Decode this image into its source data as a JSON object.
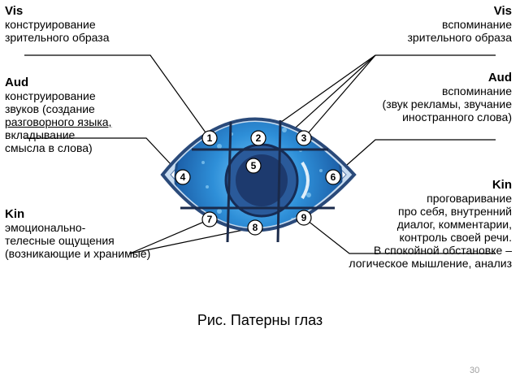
{
  "labels": {
    "vis_left": {
      "heading": "Vis",
      "lines": [
        "конструирование",
        "зрительного образа"
      ]
    },
    "vis_right": {
      "heading": "Vis",
      "lines": [
        "вспоминание",
        "зрительного образа"
      ]
    },
    "aud_left": {
      "heading": "Aud",
      "lines": [
        "конструирование",
        "звуков (создание",
        "разговорного языка,",
        "вкладывание",
        "смысла в слова)"
      ]
    },
    "aud_right": {
      "heading": "Aud",
      "lines": [
        "вспоминание",
        "(звук рекламы, звучание",
        "иностранного слова)"
      ]
    },
    "kin_left": {
      "heading": "Kin",
      "lines": [
        "эмоционально-",
        "телесные ощущения",
        "(возникающие и хранимые)"
      ]
    },
    "kin_right": {
      "heading": "Kin",
      "lines": [
        "проговаривание",
        "про себя, внутренний",
        "диалог, комментарии,",
        "контроль своей речи.",
        "В спокойной обстановке –",
        "логическое мышление, анализ"
      ]
    }
  },
  "markers": [
    "1",
    "2",
    "3",
    "4",
    "5",
    "6",
    "7",
    "8",
    "9"
  ],
  "caption": "Рис. Патерны глаз",
  "page_number": "30",
  "colors": {
    "eye_outline": "#2a4a7a",
    "iris": "#2e8fd8",
    "iris_dark": "#1c5fa8",
    "pupil": "#1d3a6e",
    "sclera": "#ffffff",
    "grid": "#1a2a4a"
  }
}
